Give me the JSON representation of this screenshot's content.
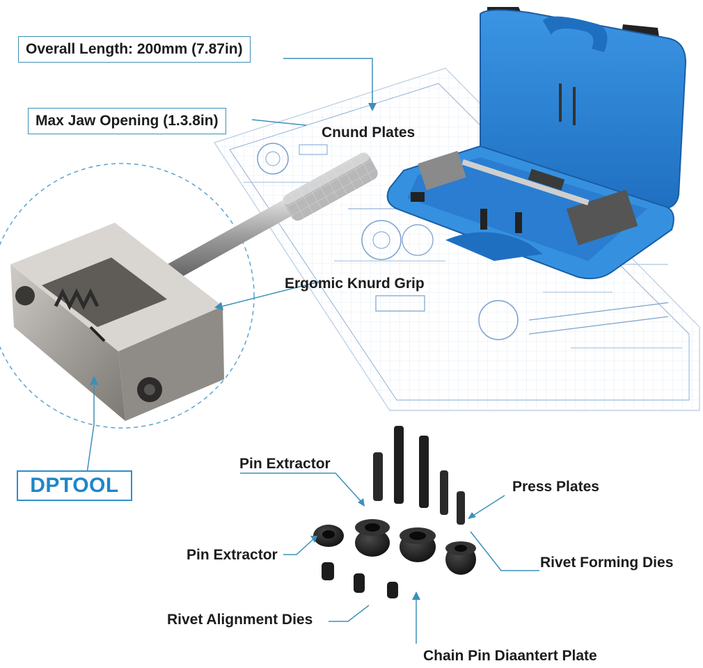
{
  "callouts": {
    "overall_length": "Overall Length: 200mm (7.87in)",
    "max_jaw_opening": "Max Jaw Opening (1.3.8in)",
    "knurd_plates": "Cnund Plates",
    "ergonomic_grip": "Ergomic Knurd Grip",
    "pin_extractor_top": "Pin Extractor",
    "press_plates": "Press Plates",
    "pin_extractor_left": "Pin Extractor",
    "rivet_forming_dies": "Rivet Forming Dies",
    "rivet_alignment_dies": "Rivet Alignment Dies",
    "chain_pin_plate": "Chain Pin Diaantert Plate"
  },
  "brand": {
    "name": "DPTOOL"
  },
  "colors": {
    "case_blue": "#2f86d6",
    "callout_line": "#3d8fb8",
    "brand_blue": "#1e86c8",
    "steel": "#a7a39e",
    "die_black": "#1c1c1c",
    "blueprint_ink": "#6f9ccc"
  },
  "icons": [
    "chain-breaker-tool",
    "tool-case",
    "blueprint-sheet",
    "die-set"
  ]
}
